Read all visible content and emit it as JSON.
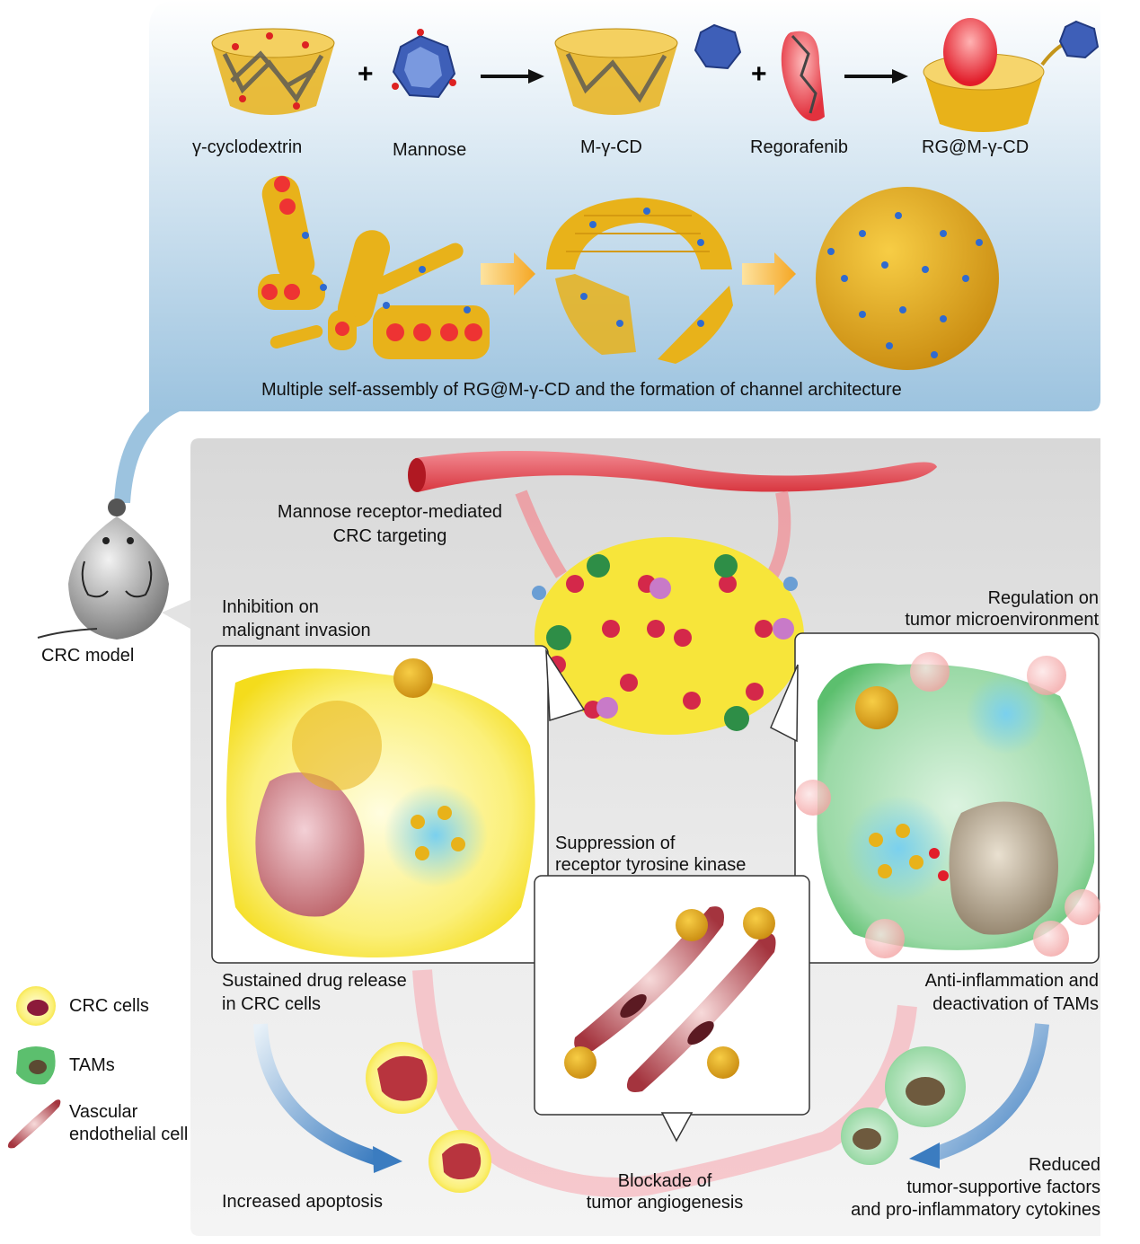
{
  "synthesis": {
    "gamma_cd": "γ-cyclodextrin",
    "mannose": "Mannose",
    "m_gamma_cd": "M-γ-CD",
    "regorafenib": "Regorafenib",
    "rg_m_gamma_cd": "RG@M-γ-CD",
    "assembly_caption": "Multiple self-assembly of RG@M-γ-CD and the formation of channel architecture"
  },
  "model": {
    "label": "CRC model"
  },
  "mechanism": {
    "targeting_line1": "Mannose receptor-mediated",
    "targeting_line2": "CRC targeting",
    "invasion_line1": "Inhibition on",
    "invasion_line2": "malignant invasion",
    "tme_line1": "Regulation on",
    "tme_line2": "tumor microenvironment",
    "rtk_line1": "Suppression of",
    "rtk_line2": "receptor tyrosine kinase",
    "release_line1": "Sustained drug release",
    "release_line2": "in CRC cells",
    "antiinflam_line1": "Anti-inflammation and",
    "antiinflam_line2": "deactivation of TAMs",
    "apoptosis": "Increased apoptosis",
    "angio_line1": "Blockade of",
    "angio_line2": "tumor angiogenesis",
    "reduced_line1": "Reduced",
    "reduced_line2": "tumor-supportive factors",
    "reduced_line3": "and pro-inflammatory cytokines"
  },
  "legend": {
    "crc_cells": "CRC cells",
    "tams": "TAMs",
    "vascular_line1": "Vascular",
    "vascular_line2": "endothelial cell"
  },
  "colors": {
    "gold": "#e8b21a",
    "tumor_yellow": "#f7e53a",
    "vessel_red": "#e64a5a",
    "tam_green": "#5cbf6e",
    "bg_blue": "#b9d7ea",
    "bg_gray": "#e3e3e3",
    "arrow_orange": "#f5a623"
  }
}
